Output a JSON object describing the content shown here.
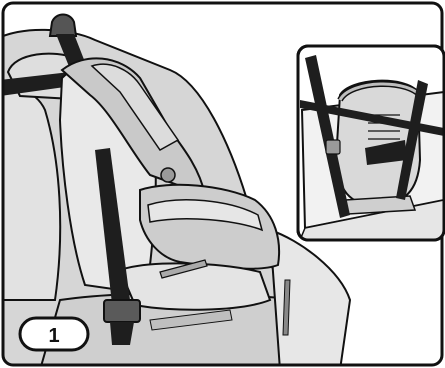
{
  "figure": {
    "step_number": "1",
    "main_illustration": "car-seat-installed-on-vehicle-seat",
    "inset_illustration": "rear-view-belt-routing",
    "colors": {
      "seat_gray": "#d4d4d4",
      "seat_light": "#e3e3e3",
      "seat_shadow": "#b9b9b9",
      "belt": "#1e1e1e",
      "outline": "#111111",
      "background": "#ffffff"
    }
  }
}
